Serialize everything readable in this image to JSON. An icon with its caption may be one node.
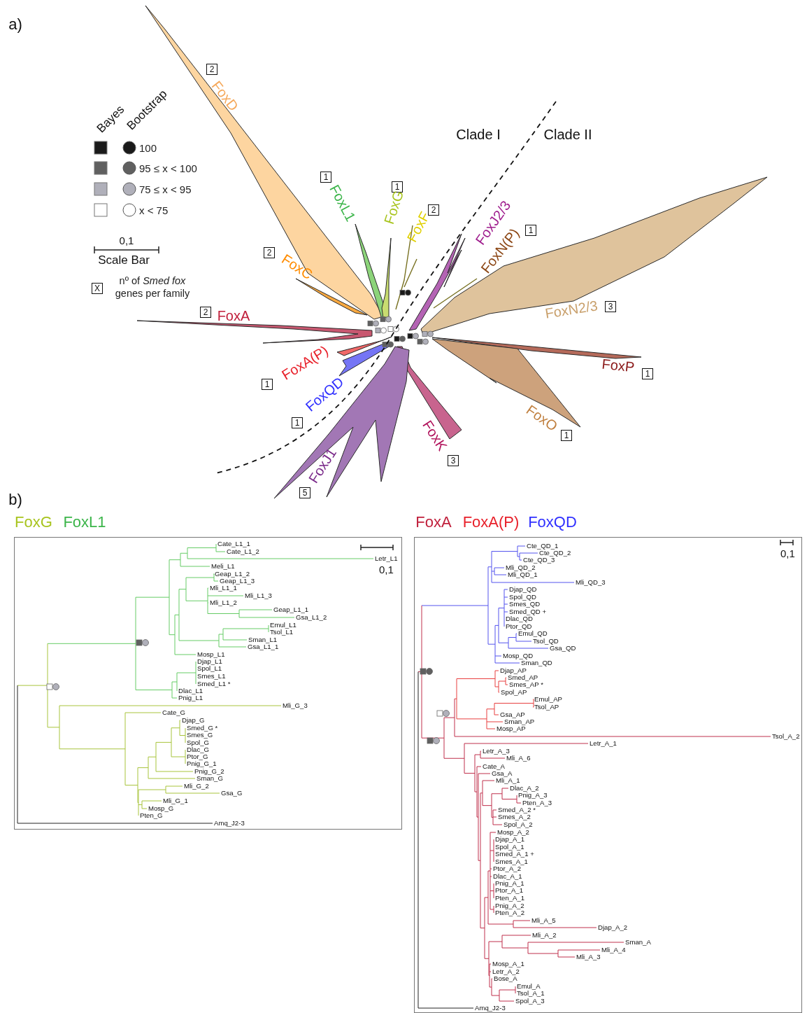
{
  "diagram": {
    "nodes": [
      {
        "text": [
          "2"
        ],
        "beside": [
          "FoxD"
        ]
      },
      {
        "text": [
          "1"
        ],
        "beside": [
          "FoxL1"
        ]
      },
      {
        "text": [
          "1"
        ],
        "beside": [
          "FoxG"
        ]
      },
      {
        "text": [
          "2"
        ],
        "beside": [
          "FoxF"
        ]
      },
      {
        "text": [
          "1"
        ],
        "beside": [
          "FoxN(P)"
        ]
      },
      {
        "text": [
          "2"
        ],
        "beside": [
          "FoxC"
        ]
      },
      {
        "text": [
          "X"
        ],
        "beside": [
          "nº of *Smed fox* genes per family"
        ]
      },
      {
        "text": [
          "3"
        ],
        "beside": [
          "FoxN2/3"
        ]
      },
      {
        "text": [
          "2"
        ],
        "beside": [
          "FoxA"
        ]
      },
      {
        "text": [
          "1"
        ],
        "beside": [
          "FoxP"
        ]
      },
      {
        "text": [
          "1"
        ],
        "beside": [
          "FoxA(P)"
        ]
      },
      {
        "text": [
          "1"
        ],
        "beside": [
          "FoxQD"
        ]
      },
      {
        "text": [
          "1"
        ],
        "beside": [
          "FoxO"
        ]
      },
      {
        "text": [
          "3"
        ],
        "beside": [
          "FoxK"
        ]
      },
      {
        "text": [
          "5"
        ],
        "beside": [
          "FoxJ1"
        ]
      },
      {
        "text": [
          "Cate_L1_1",
          "Cate_L1_2",
          "Letr_L1",
          "0,1",
          "Meli_L1",
          "Geap_L1_2",
          "Geap_L1_3",
          "Mli_L1_1",
          "Mli_L1_3",
          "Mli_L1_2",
          "Geap_L1_1",
          "Gsa_L1_2",
          "Emul_L1",
          "Tsol_L1",
          "Sman_L1",
          "Gsa_L1_1",
          "Mosp_L1",
          "Djap_L1",
          "Spol_L1",
          "Smes_L1",
          "Smed_L1 *",
          "Dlac_L1",
          "Pnig_L1",
          "Mli_G_3",
          "Cate_G",
          "Djap_G",
          "Smed_G *",
          "Smes_G",
          "Spol_G",
          "Dlac_G",
          "Ptor_G",
          "Pnig_G_1",
          "Pnig_G_2",
          "Sman_G",
          "Mli_G_2",
          "Gsa_G",
          "Mli_G_1",
          "Mosp_G",
          "Pten_G",
          "Amq_J2-3"
        ],
        "beside": [
          "FoxG",
          "FoxL1"
        ]
      },
      {
        "text": [
          "Cte_QD_1",
          "Cte_QD_2",
          "0,1",
          "Cte_QD_3",
          "Mli_QD_2",
          "Mli_QD_1",
          "Mli_QD_3",
          "Djap_QD",
          "Spol_QD",
          "Smes_QD",
          "Smed_QD +",
          "Dlac_QD",
          "Ptor_QD",
          "Emul_QD",
          "Tsol_QD",
          "Gsa_QD",
          "Mosp_QD",
          "Sman_QD",
          "Djap_AP",
          "Smed_AP",
          "Smes_AP *",
          "Spol_AP",
          "Emul_AP",
          "Tsol_AP",
          "Gsa_AP",
          "Sman_AP",
          "Mosp_AP",
          "Tsol_A_2",
          "Letr_A_1",
          "Letr_A_3",
          "Mli_A_6",
          "Cate_A",
          "Gsa_A",
          "Mli_A_1",
          "Dlac_A_2",
          "Pnig_A_3",
          "Pten_A_3",
          "Smed_A_2 *",
          "Smes_A_2",
          "Spol_A_2",
          "Mosp_A_2",
          "Djap_A_1",
          "Spol_A_1",
          "Smed_A_1 +",
          "Smes_A_1",
          "Ptor_A_2",
          "Dlac_A_1",
          "Pnig_A_1",
          "Ptor_A_1",
          "Pten_A_1",
          "Pnig_A_2",
          "Pten_A_2",
          "Mli_A_5",
          "Djap_A_2",
          "Mli_A_2",
          "Sman_A",
          "Mli_A_4",
          "Mli_A_3",
          "Mosp_A_1",
          "Letr_A_2",
          "Bose_A",
          "Emul_A",
          "Tsol_A_1",
          "Spol_A_3",
          "Amq_J2-3"
        ],
        "beside": [
          "FoxA",
          "FoxA(P)",
          "FoxQD"
        ]
      }
    ],
    "labels": [
      "a)",
      "Bayes",
      "Bootstrap",
      "0,1",
      "Scale Bar",
      "Clade I",
      "Clade II",
      "FoxJ2/3",
      "b)"
    ],
    "legend": [
      {
        "text": "100",
        "color": "#1a1a1a"
      },
      {
        "text": "95 ≤ x < 100",
        "color": "#606060"
      },
      {
        "text": "75 ≤ x < 95",
        "color": "#b0b0ba"
      },
      {
        "text": "x < 75",
        "color": "#ffffff"
      }
    ]
  }
}
